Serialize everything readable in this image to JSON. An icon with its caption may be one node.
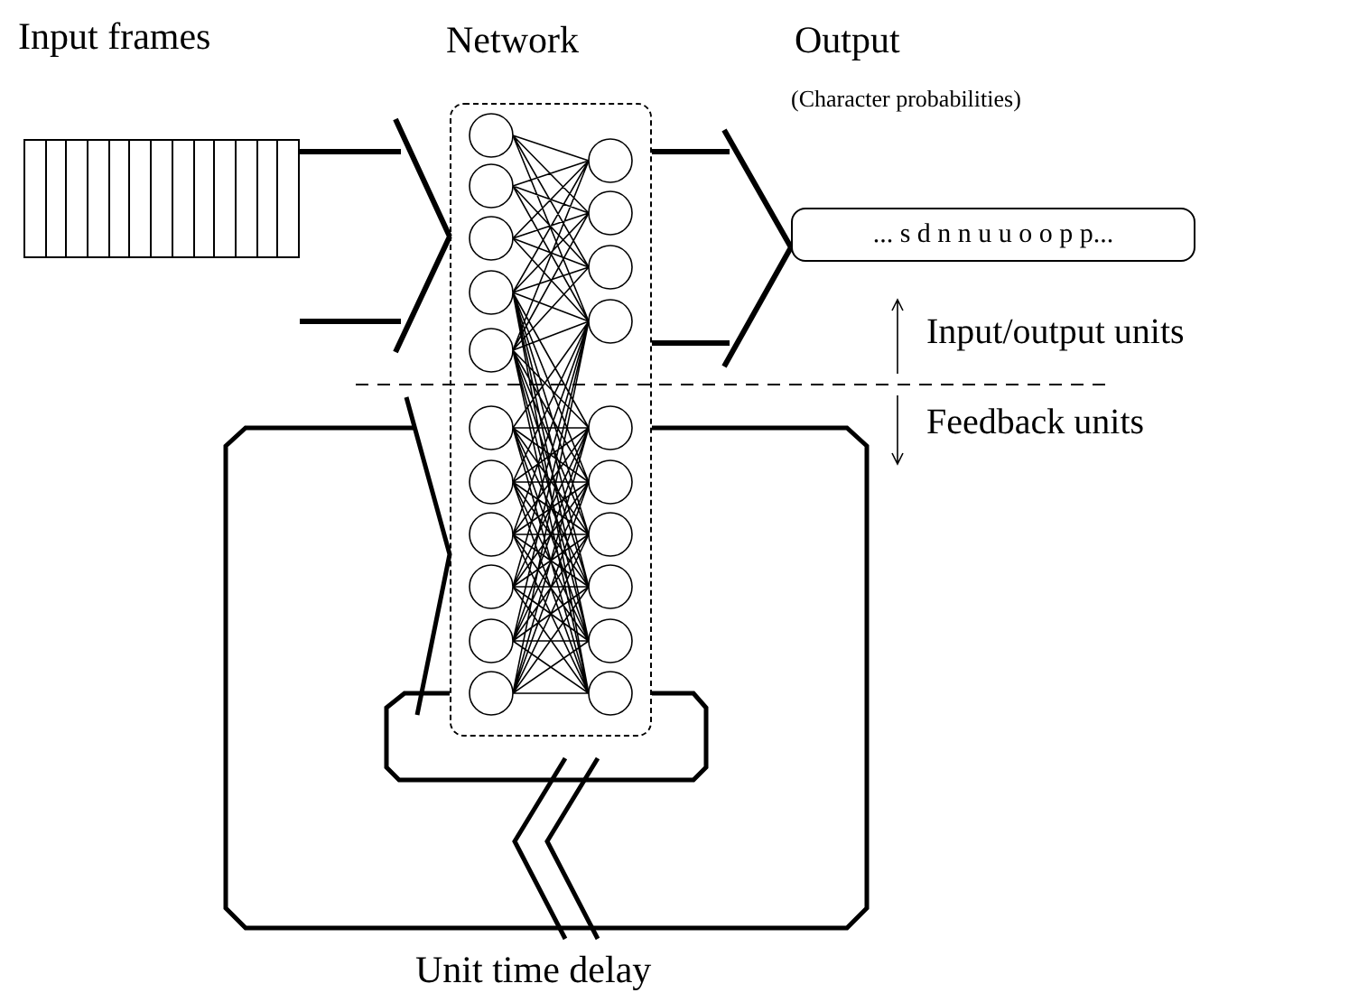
{
  "diagram": {
    "nodes": [
      {
        "text": [
          "Input frames"
        ]
      },
      {
        "text": [
          "Network"
        ]
      },
      {
        "text": [
          "... s d n n u u o o p p..."
        ]
      }
    ],
    "edges": [
      {
        "from": 0,
        "to": 1,
        "arrow": "none"
      },
      {
        "from": 1,
        "to": 2,
        "arrow": "none"
      }
    ],
    "labels": [
      "Output",
      "(Character probabilities)",
      "Input/output units",
      "Feedback units",
      "Unit time delay"
    ]
  }
}
